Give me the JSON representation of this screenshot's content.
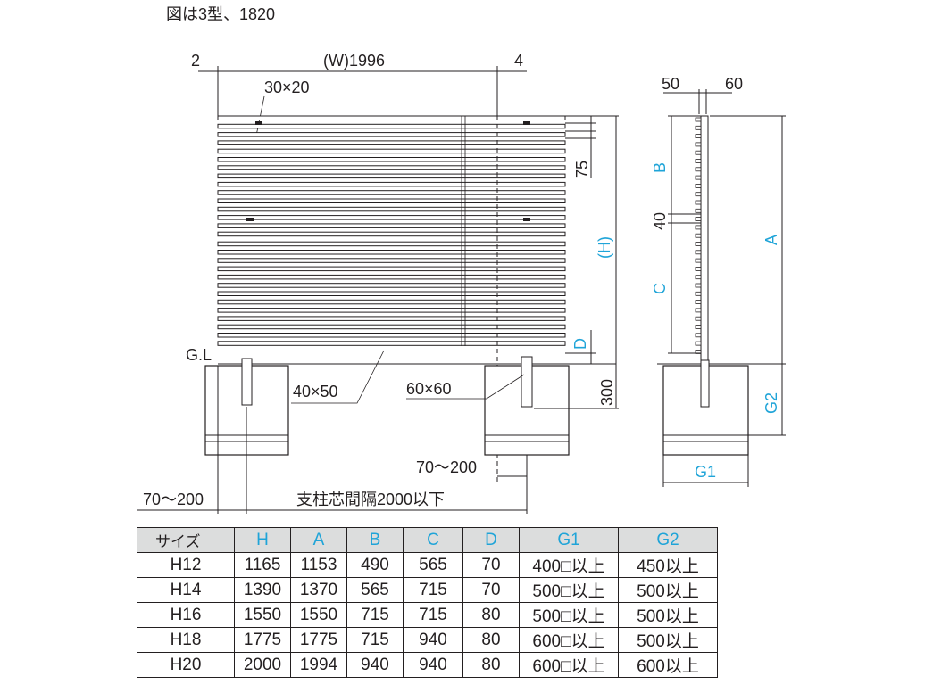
{
  "caption": "図は3型、1820",
  "front": {
    "offset_left": "2",
    "width": "(W)1996",
    "offset_right": "4",
    "slat_size": "30×20",
    "pitch": "75",
    "height": "(H)",
    "gap_d": "D",
    "ground": "G.L",
    "post_small": "40×50",
    "post_large": "60×60",
    "depth": "300",
    "edge_right": "70～200",
    "edge_left": "70～200",
    "post_span": "支柱芯間隔2000以下"
  },
  "side": {
    "dim_left": "50",
    "dim_right": "60",
    "label_b": "B",
    "dim_40": "40",
    "label_c": "C",
    "label_a": "A",
    "label_g1": "G1",
    "label_g2": "G2"
  },
  "table": {
    "headers": [
      "サイズ",
      "H",
      "A",
      "B",
      "C",
      "D",
      "G1",
      "G2"
    ],
    "rows": [
      [
        "H12",
        "1165",
        "1153",
        "490",
        "565",
        "70",
        "400□以上",
        "450以上"
      ],
      [
        "H14",
        "1390",
        "1370",
        "565",
        "715",
        "70",
        "500□以上",
        "500以上"
      ],
      [
        "H16",
        "1550",
        "1550",
        "715",
        "715",
        "80",
        "500□以上",
        "500以上"
      ],
      [
        "H18",
        "1775",
        "1775",
        "715",
        "940",
        "80",
        "600□以上",
        "500以上"
      ],
      [
        "H20",
        "2000",
        "1994",
        "940",
        "940",
        "80",
        "600□以上",
        "600以上"
      ]
    ]
  },
  "colors": {
    "label_blue": "#1fa4d8",
    "line": "#231f20",
    "header_bg": "#dcdddd"
  }
}
